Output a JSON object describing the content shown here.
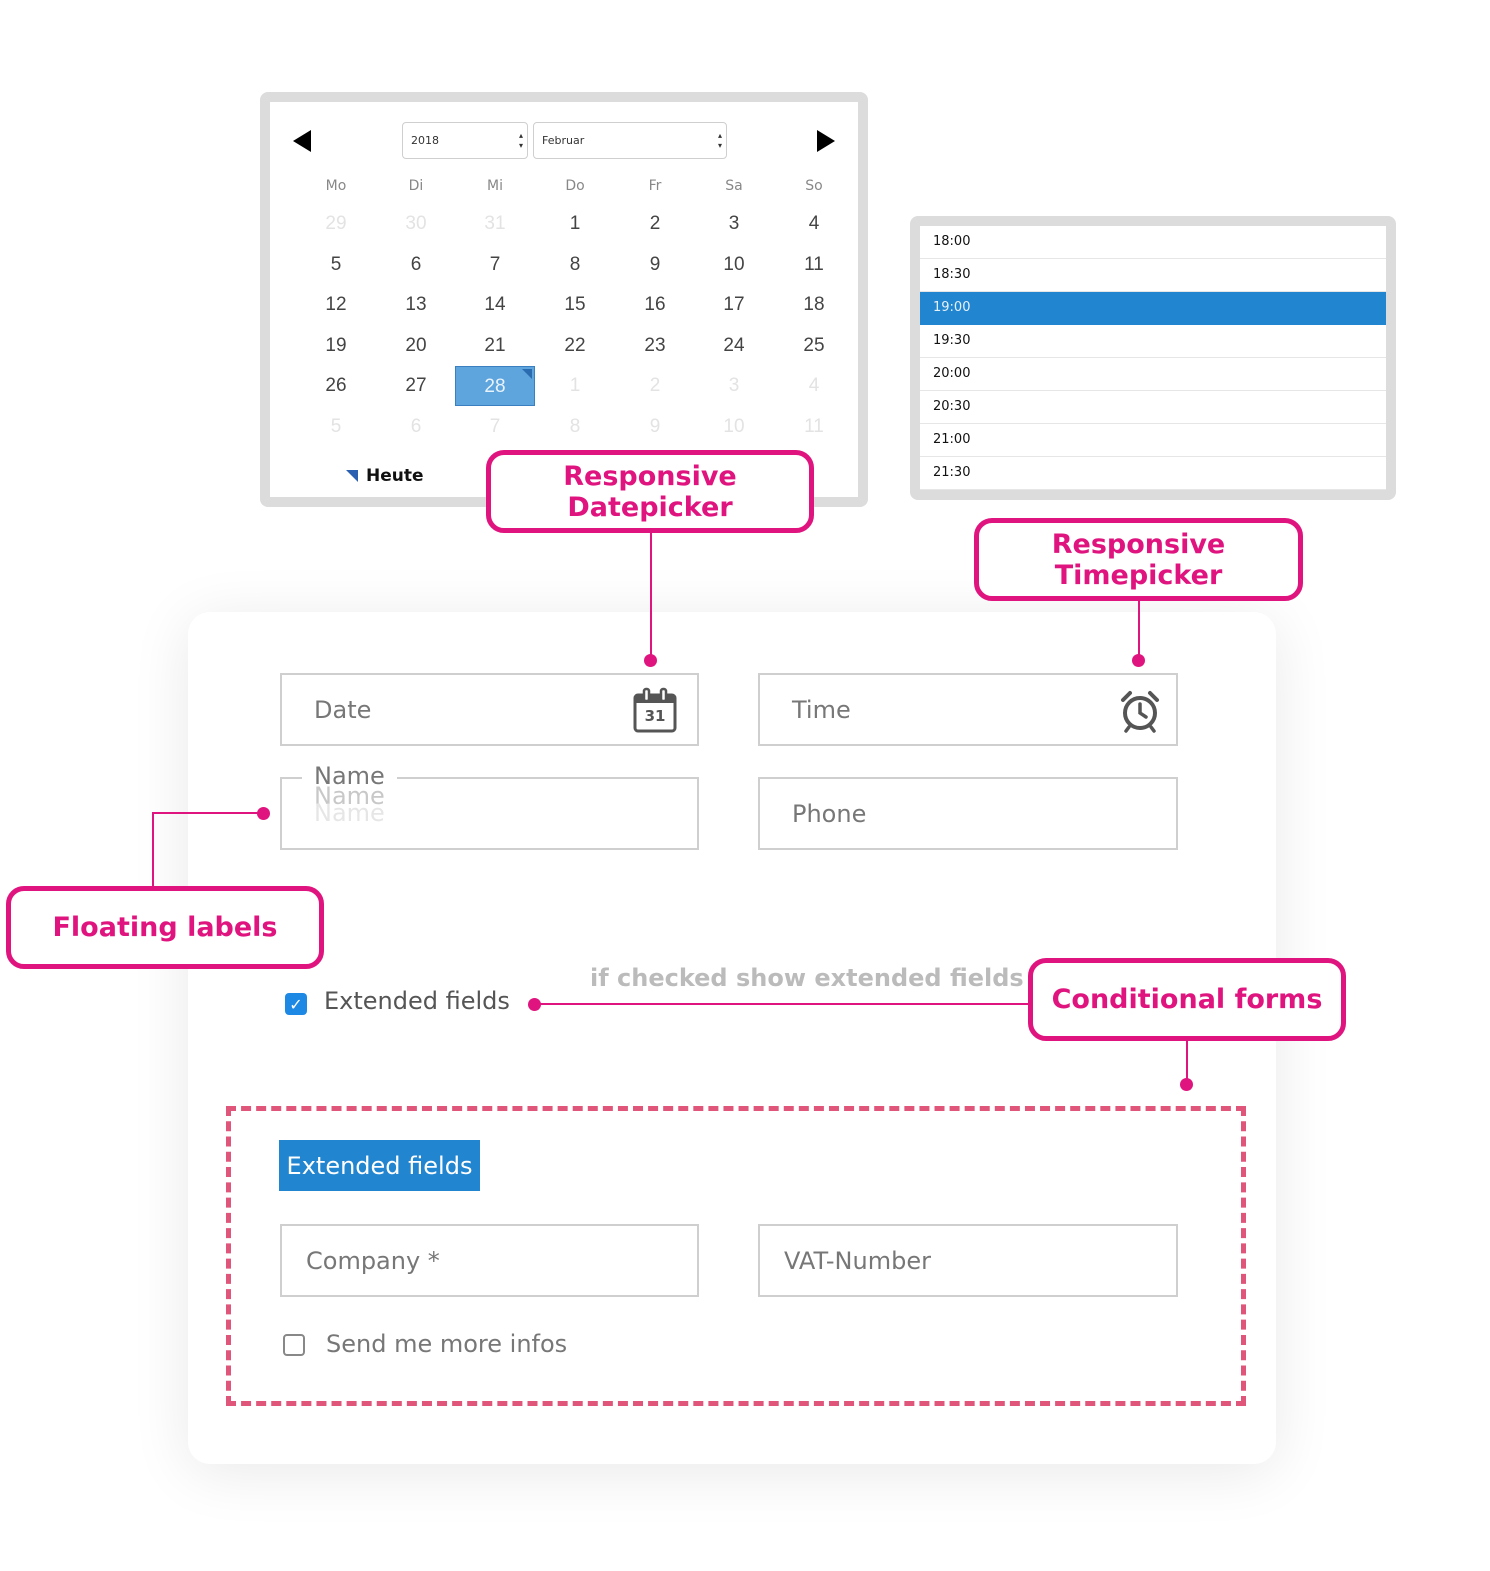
{
  "datepicker": {
    "year": "2018",
    "month": "Februar",
    "weekdays": [
      "Mo",
      "Di",
      "Mi",
      "Do",
      "Fr",
      "Sa",
      "So"
    ],
    "weeks": [
      [
        {
          "d": "29",
          "m": true
        },
        {
          "d": "30",
          "m": true
        },
        {
          "d": "31",
          "m": true
        },
        {
          "d": "1"
        },
        {
          "d": "2"
        },
        {
          "d": "3"
        },
        {
          "d": "4"
        }
      ],
      [
        {
          "d": "5"
        },
        {
          "d": "6"
        },
        {
          "d": "7"
        },
        {
          "d": "8"
        },
        {
          "d": "9"
        },
        {
          "d": "10"
        },
        {
          "d": "11"
        }
      ],
      [
        {
          "d": "12"
        },
        {
          "d": "13"
        },
        {
          "d": "14"
        },
        {
          "d": "15"
        },
        {
          "d": "16"
        },
        {
          "d": "17"
        },
        {
          "d": "18"
        }
      ],
      [
        {
          "d": "19"
        },
        {
          "d": "20"
        },
        {
          "d": "21"
        },
        {
          "d": "22"
        },
        {
          "d": "23"
        },
        {
          "d": "24"
        },
        {
          "d": "25"
        }
      ],
      [
        {
          "d": "26"
        },
        {
          "d": "27"
        },
        {
          "d": "28",
          "s": true
        },
        {
          "d": "1",
          "m": true
        },
        {
          "d": "2",
          "m": true
        },
        {
          "d": "3",
          "m": true
        },
        {
          "d": "4",
          "m": true
        }
      ],
      [
        {
          "d": "5",
          "m": true
        },
        {
          "d": "6",
          "m": true
        },
        {
          "d": "7",
          "m": true
        },
        {
          "d": "8",
          "m": true
        },
        {
          "d": "9",
          "m": true
        },
        {
          "d": "10",
          "m": true
        },
        {
          "d": "11",
          "m": true
        }
      ]
    ],
    "today_label": "Heute"
  },
  "timepicker": {
    "times": [
      "18:00",
      "18:30",
      "19:00",
      "19:30",
      "20:00",
      "20:30",
      "21:00",
      "21:30"
    ],
    "selected": "19:00"
  },
  "callouts": {
    "datepicker": "Responsive Datepicker",
    "timepicker": "Responsive Timepicker",
    "floating": "Floating labels",
    "conditional": "Conditional forms"
  },
  "form": {
    "date_placeholder": "Date",
    "calendar_icon_day": "31",
    "time_placeholder": "Time",
    "name_label": "Name",
    "name_ghost_1": "Name",
    "name_ghost_2": "Name",
    "phone_placeholder": "Phone",
    "extended_checkbox_label": "Extended fields",
    "hint": "if checked show extended fields",
    "extended_title": "Extended fields",
    "company_placeholder": "Company *",
    "vat_placeholder": "VAT-Number",
    "more_infos_label": "Send me more infos"
  },
  "colors": {
    "accent": "#e0147f",
    "primary": "#2185d0",
    "dashed": "#e0567a"
  }
}
